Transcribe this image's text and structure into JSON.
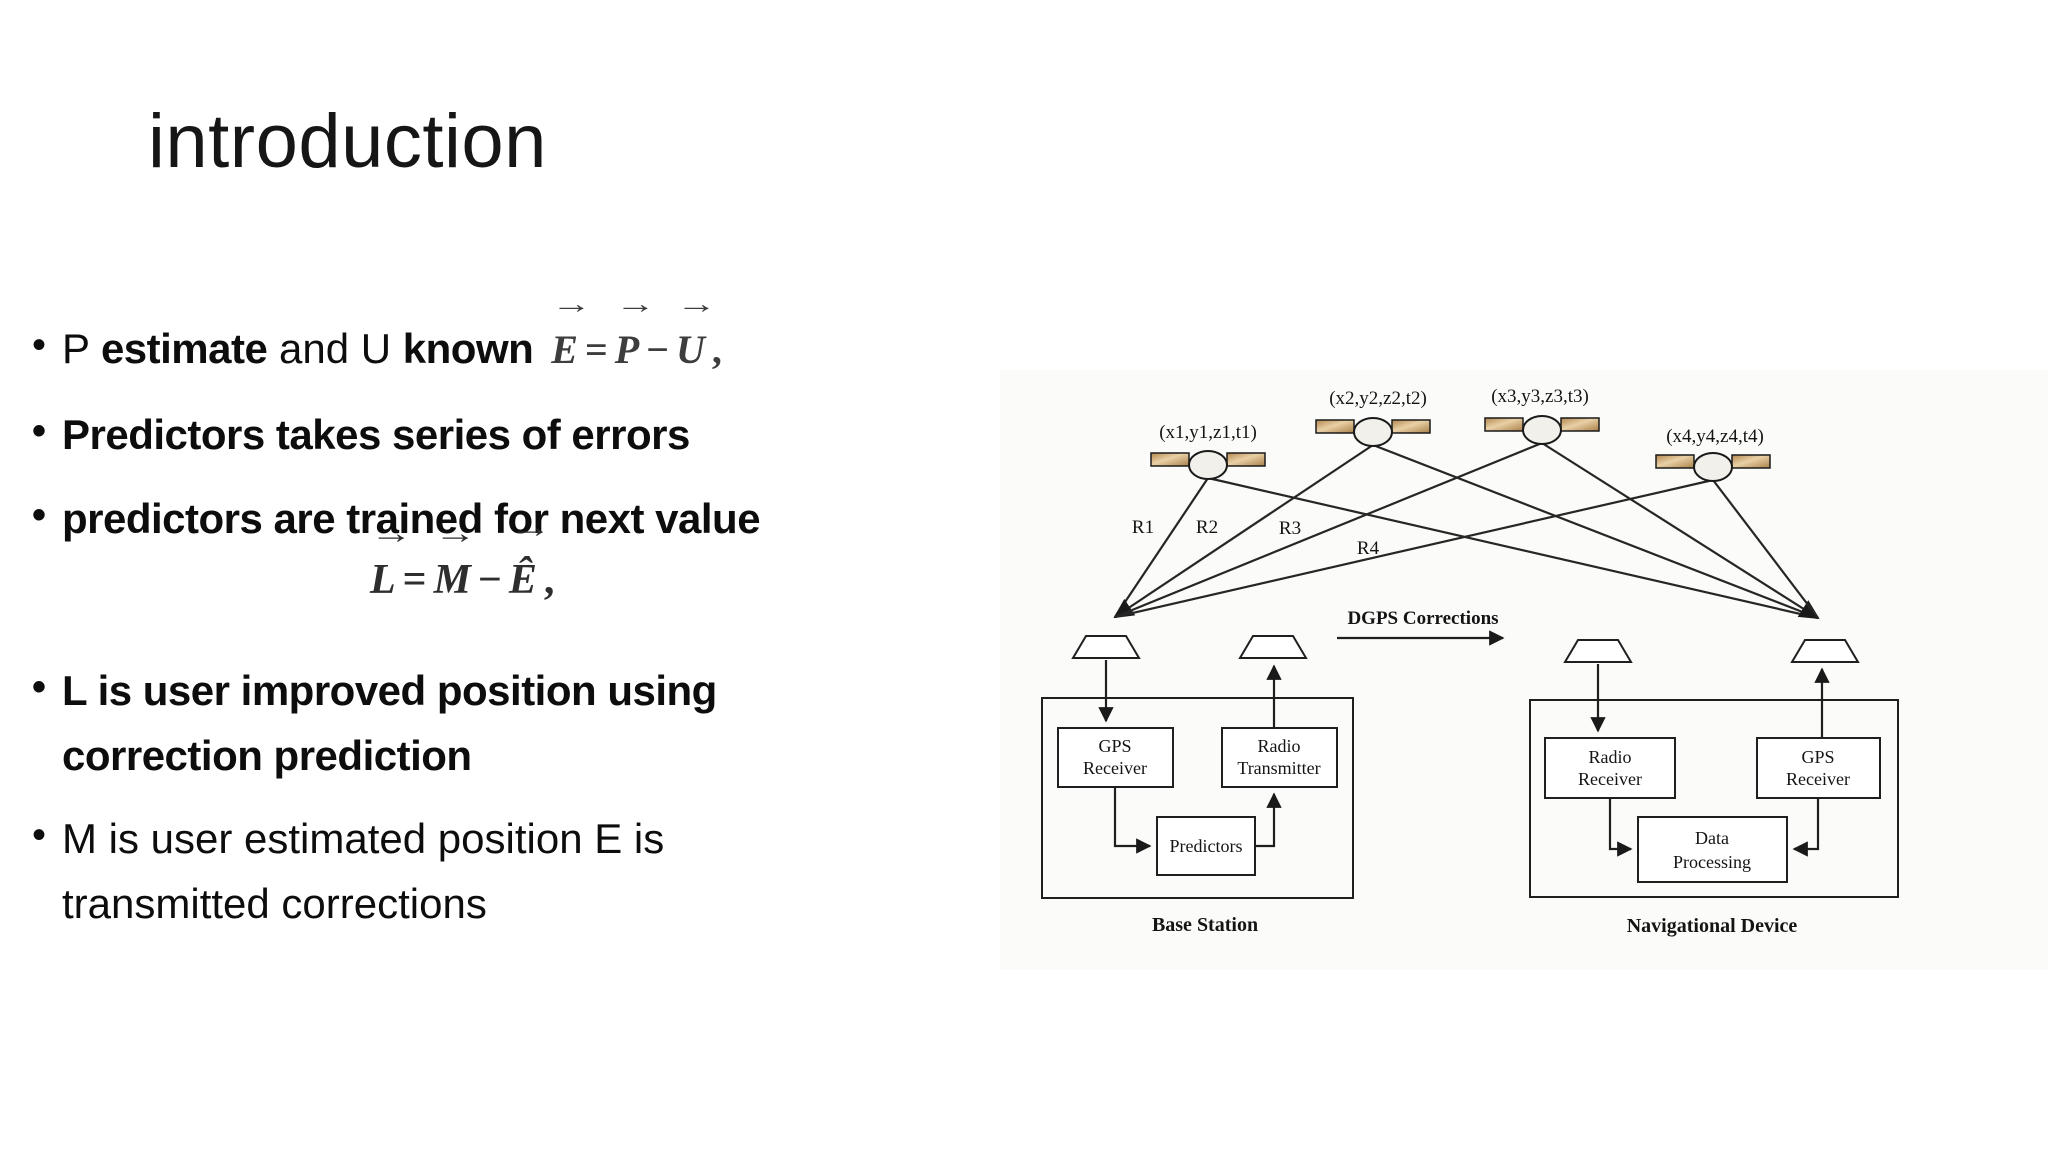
{
  "slide": {
    "title": "introduction"
  },
  "bullets": {
    "b1": {
      "s1": "P ",
      "s2": "estimate",
      "s3": " and U ",
      "s4": "known"
    },
    "b2": "Predictors takes series of errors",
    "b3": "predictors are trained for next value",
    "b4": "L is user improved position using correction prediction",
    "b5": "M is user estimated position E is transmitted corrections"
  },
  "formulas": {
    "f1": {
      "lhs": "E",
      "eq": "=",
      "rhs1": "P",
      "minus": "−",
      "rhs2": "U",
      "comma": ","
    },
    "f2": {
      "lhs": "L",
      "eq": "=",
      "rhs1": "M",
      "minus": "−",
      "rhs2": "Ê",
      "comma": ","
    }
  },
  "diagram": {
    "satellites": {
      "s1": "(x1,y1,z1,t1)",
      "s2": "(x2,y2,z2,t2)",
      "s3": "(x3,y3,z3,t3)",
      "s4": "(x4,y4,z4,t4)"
    },
    "ranges": {
      "r1": "R1",
      "r2": "R2",
      "r3": "R3",
      "r4": "R4"
    },
    "dgps_label": "DGPS Corrections",
    "base_station": {
      "gps1": "GPS",
      "gps2": "Receiver",
      "radio1": "Radio",
      "radio2": "Transmitter",
      "predictors": "Predictors",
      "caption": "Base Station"
    },
    "nav_device": {
      "radio1": "Radio",
      "radio2": "Receiver",
      "gps1": "GPS",
      "gps2": "Receiver",
      "data1": "Data",
      "data2": "Processing",
      "caption": "Navigational Device"
    }
  },
  "colors": {
    "panel": "#c9a06a",
    "line": "#222222",
    "text": "#111111"
  }
}
